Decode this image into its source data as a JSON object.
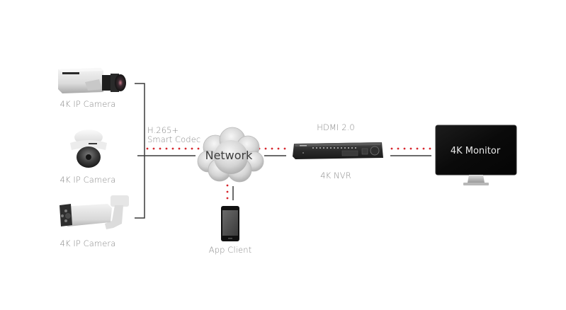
{
  "diagram": {
    "title": "4K surveillance system topology",
    "colors": {
      "wired_line": "#3a3a3a",
      "data_dots": "#d8242b",
      "label_text": "#8a8a8a",
      "monitor_screen": "#0b0b0b"
    },
    "nodes": {
      "camera_box": {
        "label": "4K IP Camera",
        "icon": "box-camera-icon"
      },
      "camera_dome": {
        "label": "4K IP Camera",
        "icon": "dome-camera-icon"
      },
      "camera_bullet": {
        "label": "4K IP Camera",
        "icon": "bullet-camera-icon"
      },
      "network": {
        "label": "Network",
        "icon": "cloud-icon"
      },
      "nvr": {
        "label": "4K NVR",
        "icon": "nvr-icon"
      },
      "monitor": {
        "label": "4K Monitor",
        "icon": "monitor-icon"
      },
      "app_client": {
        "label": "App Client",
        "icon": "smartphone-icon"
      }
    },
    "edge_labels": {
      "codec_line1": "H.265+",
      "codec_line2": "Smart Codec",
      "hdmi": "HDMI 2.0"
    },
    "edges": [
      {
        "from": "cameras",
        "to": "network",
        "label": "H.265+ Smart Codec"
      },
      {
        "from": "network",
        "to": "nvr",
        "label": ""
      },
      {
        "from": "nvr",
        "to": "monitor",
        "label": "HDMI 2.0"
      },
      {
        "from": "network",
        "to": "app_client",
        "label": ""
      }
    ]
  }
}
